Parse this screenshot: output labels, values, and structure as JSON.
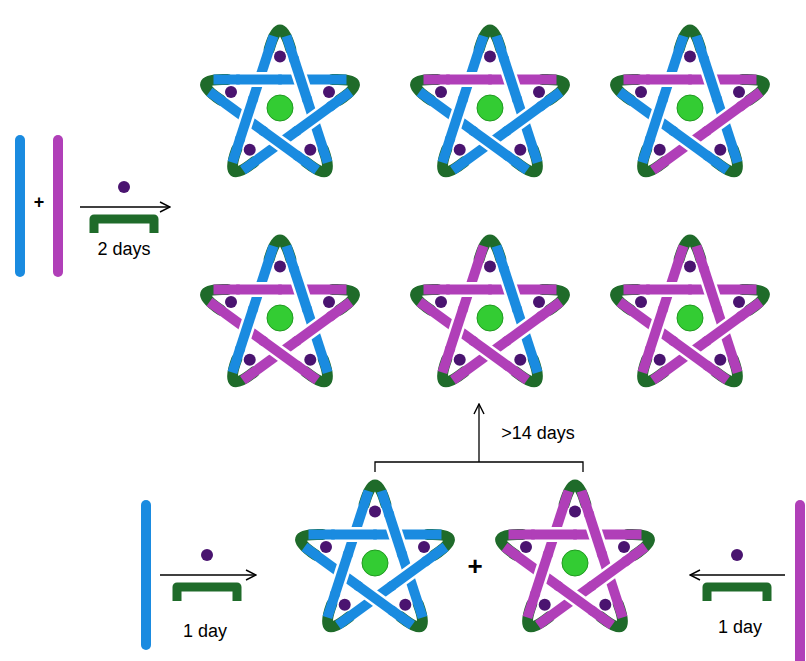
{
  "diagram": {
    "labels": [
      "+",
      "2 days",
      ">14 days",
      "+",
      "1 day",
      "1 day"
    ]
  }
}
